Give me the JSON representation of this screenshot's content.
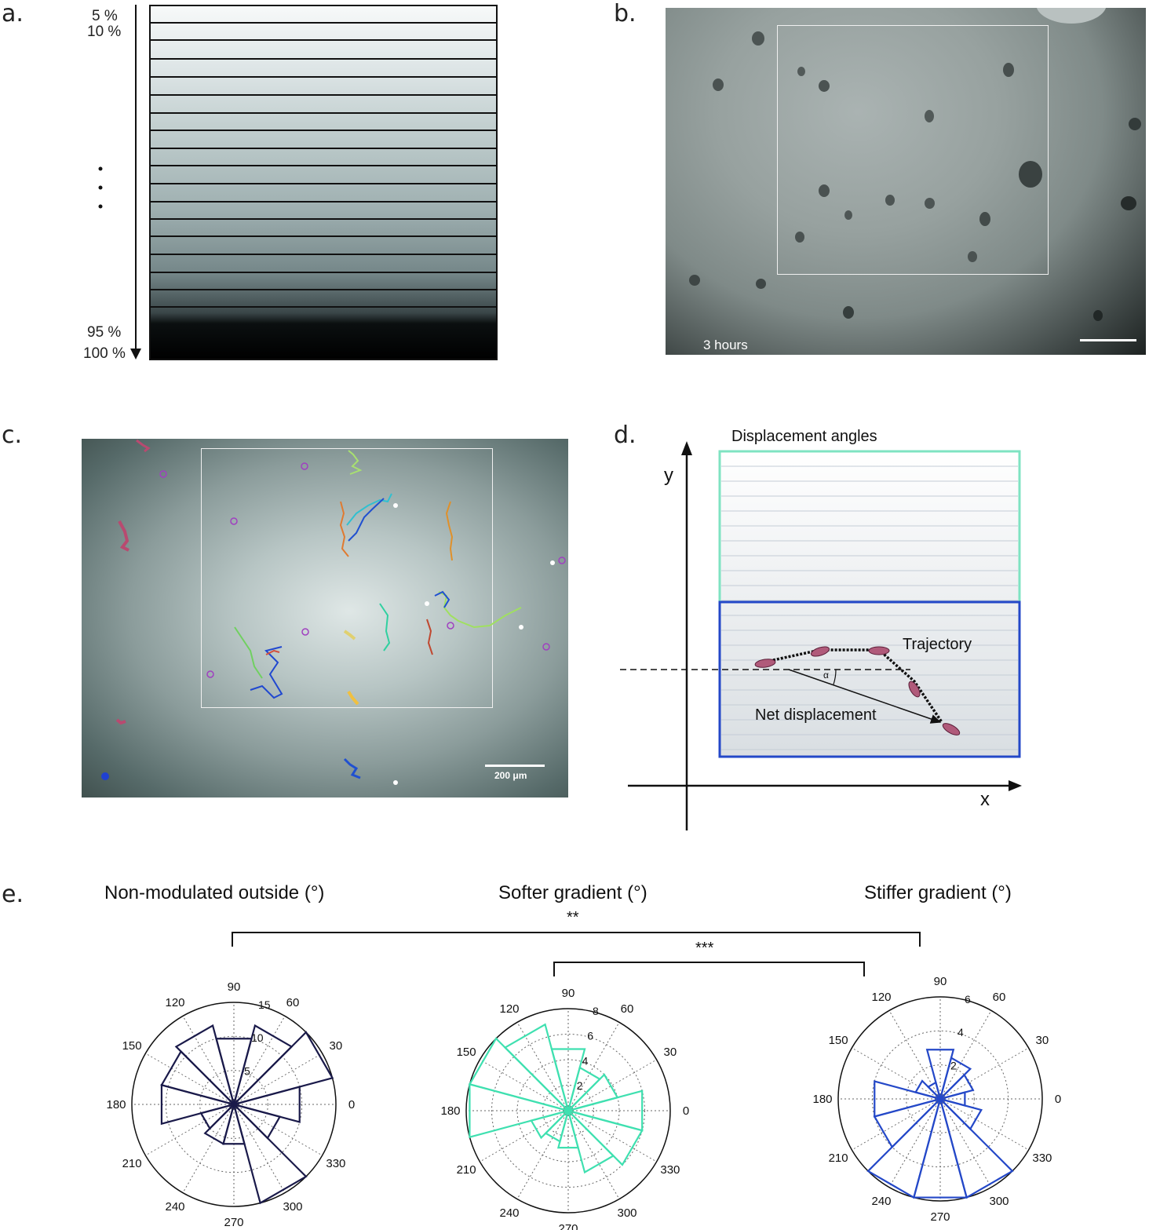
{
  "panels": {
    "a": {
      "letter": "a.",
      "label_top_1": "5 %",
      "label_top_2": "10 %",
      "label_bot_1": "95 %",
      "label_bot_2": "100 %"
    },
    "b": {
      "letter": "b.",
      "time_label": "3 hours"
    },
    "c": {
      "letter": "c.",
      "scale_label": "200 μm"
    },
    "d": {
      "letter": "d.",
      "title": "Displacement angles",
      "y_label": "y",
      "x_label": "x",
      "trajectory_label": "Trajectory",
      "net_label": "Net displacement",
      "angle_label": "α",
      "colors": {
        "upper_box": "#7fe3c2",
        "lower_box": "#2448c8"
      }
    },
    "e": {
      "letter": "e.",
      "sig_outer": "**",
      "sig_inner": "***"
    }
  },
  "chart_data": [
    {
      "type": "polar-histogram",
      "title": "Non-modulated outside (°)",
      "color": "#1a1a4a",
      "angle_ticks": [
        "0",
        "30",
        "60",
        "90",
        "120",
        "150",
        "180",
        "210",
        "240",
        "270",
        "300",
        "330"
      ],
      "radial_ticks": [
        "5",
        "10",
        "15"
      ],
      "rmax": 15,
      "bin_width_deg": 30,
      "bin_centers_deg": [
        0,
        30,
        60,
        90,
        120,
        150,
        180,
        210,
        240,
        270,
        300,
        330
      ],
      "values": [
        10,
        16,
        12,
        10,
        12,
        11,
        11,
        5,
        6,
        6,
        15,
        7
      ]
    },
    {
      "type": "polar-histogram",
      "title": "Softer gradient (°)",
      "color": "#3fe0b0",
      "angle_ticks": [
        "0",
        "30",
        "60",
        "90",
        "120",
        "150",
        "180",
        "210",
        "240",
        "270",
        "300",
        "330"
      ],
      "radial_ticks": [
        "2",
        "4",
        "6",
        "8"
      ],
      "rmax": 8,
      "bin_width_deg": 30,
      "bin_centers_deg": [
        0,
        30,
        60,
        90,
        120,
        150,
        180,
        210,
        240,
        270,
        300,
        330
      ],
      "values": [
        6,
        4,
        3.5,
        5,
        7,
        8,
        8,
        3,
        2.5,
        3,
        5,
        6
      ]
    },
    {
      "type": "polar-histogram",
      "title": "Stiffer gradient (°)",
      "color": "#2448c8",
      "angle_ticks": [
        "0",
        "30",
        "60",
        "90",
        "120",
        "150",
        "180",
        "210",
        "240",
        "270",
        "300",
        "330"
      ],
      "radial_ticks": [
        "2",
        "4",
        "6"
      ],
      "rmax": 6,
      "bin_width_deg": 30,
      "bin_centers_deg": [
        0,
        30,
        60,
        90,
        120,
        150,
        180,
        210,
        240,
        270,
        300,
        330
      ],
      "values": [
        1.5,
        2,
        2.5,
        3,
        1,
        1.5,
        4,
        4,
        6,
        6,
        6,
        2.5
      ]
    }
  ]
}
